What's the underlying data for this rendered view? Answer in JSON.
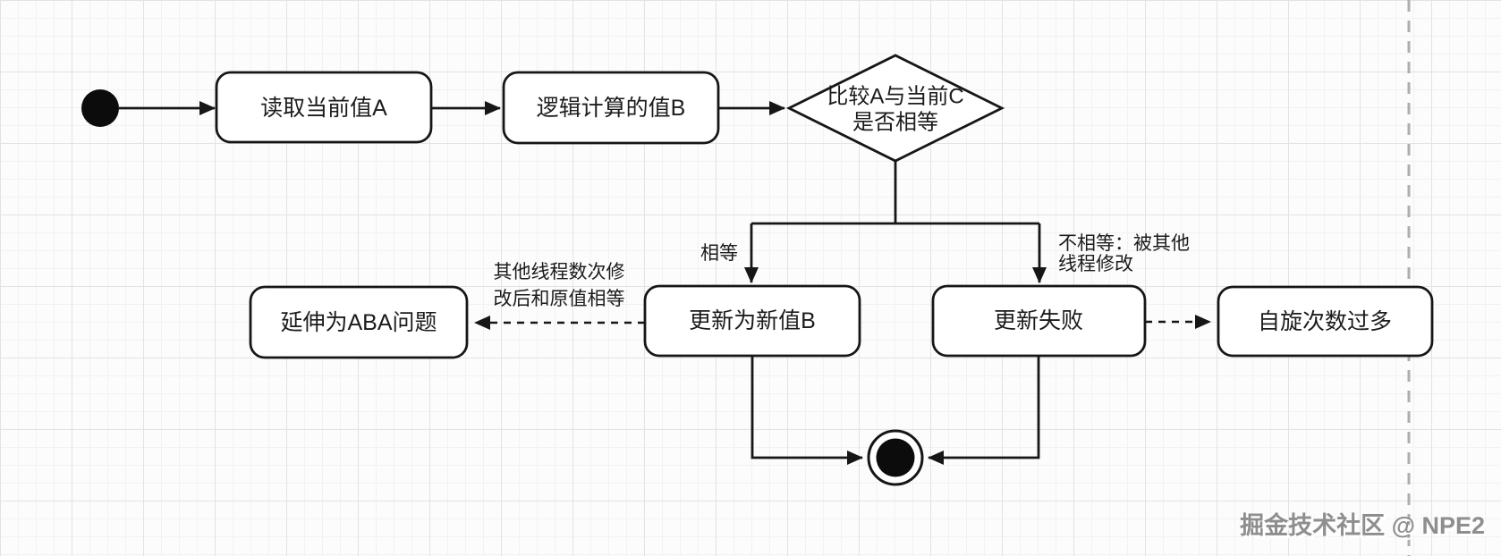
{
  "diagram": {
    "kind": "activity-flowchart",
    "topic": "CAS compare-and-swap flow"
  },
  "nodes": {
    "read": {
      "label": "读取当前值A"
    },
    "compute": {
      "label": "逻辑计算的值B"
    },
    "decision": {
      "line1": "比较A与当前C",
      "line2": "是否相等"
    },
    "update_new": {
      "label": "更新为新值B"
    },
    "update_fail": {
      "label": "更新失败"
    },
    "aba": {
      "label": "延伸为ABA问题"
    },
    "spin": {
      "label": "自旋次数过多"
    }
  },
  "edge_labels": {
    "equal": "相等",
    "not_equal_line1": "不相等：被其他",
    "not_equal_line2": "线程修改",
    "aba_note_line1": "其他线程数次修",
    "aba_note_line2": "改后和原值相等"
  },
  "watermark": {
    "text": "掘金技术社区 @ NPE2"
  },
  "colors": {
    "stroke": "#161616",
    "node_fill": "#ffffff",
    "background": "#fcfcfc",
    "grid_minor": "#f2f2f2",
    "grid_major": "#e3e3e3",
    "guide_dashed_line": "#aeaeae",
    "watermark": "#8e8e8e"
  }
}
